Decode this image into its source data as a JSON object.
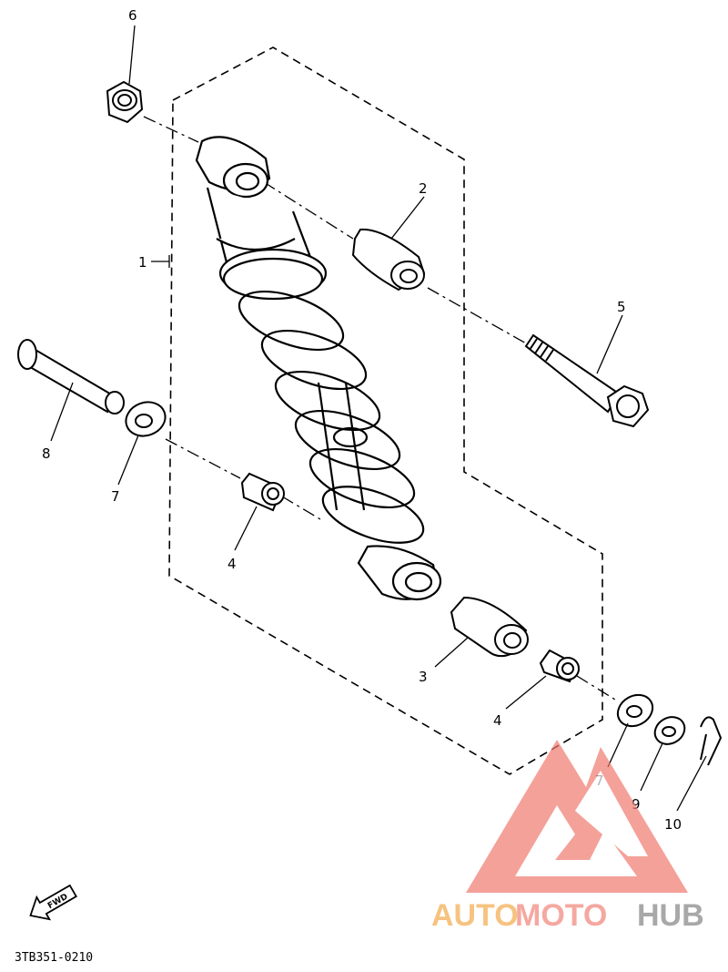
{
  "diagram": {
    "callouts": {
      "n1": "1",
      "n2": "2",
      "n3": "3",
      "n4a": "4",
      "n4b": "4",
      "n5": "5",
      "n6": "6",
      "n7a": "7",
      "n7b": "7",
      "n8": "8",
      "n9": "9",
      "n10": "10"
    },
    "fwd_label": "FWD",
    "part_code": "3TB351-0210"
  },
  "watermark": {
    "word_1": "AUTO",
    "word_2": "MOTO",
    "word_3": "HUB",
    "color_1": "#f5b96a",
    "color_2": "#f49a90",
    "color_3": "#9a9a9a",
    "logo_color": "#f07a70"
  }
}
